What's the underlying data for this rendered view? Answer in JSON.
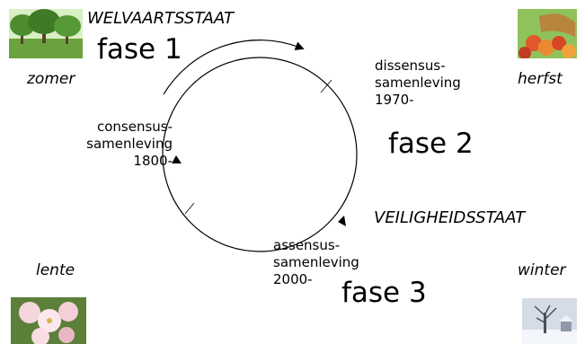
{
  "seasons": {
    "zomer": "zomer",
    "herfst": "herfst",
    "lente": "lente",
    "winter": "winter"
  },
  "states": {
    "welvaart": "WELVAARTSSTAAT",
    "veiligheid": "VEILIGHEIDSSTAAT"
  },
  "phases": {
    "fase1": "fase 1",
    "fase2": "fase 2",
    "fase3": "fase 3"
  },
  "societies": {
    "consensus": {
      "line1": "consensus-",
      "line2": "samenleving",
      "line3": "1800-"
    },
    "dissensus": {
      "line1": "dissensus-",
      "line2": "samenleving",
      "line3": "1970-"
    },
    "assensus": {
      "line1": "assensus-",
      "line2": "samenleving",
      "line3": "2000-"
    }
  },
  "icons": {
    "summer": "orchard-trees-photo",
    "autumn": "apple-basket-photo",
    "spring": "apple-blossom-photo",
    "winter": "snowy-tree-photo"
  },
  "colors": {
    "text": "#000000",
    "line": "#000000",
    "background": "#ffffff"
  }
}
